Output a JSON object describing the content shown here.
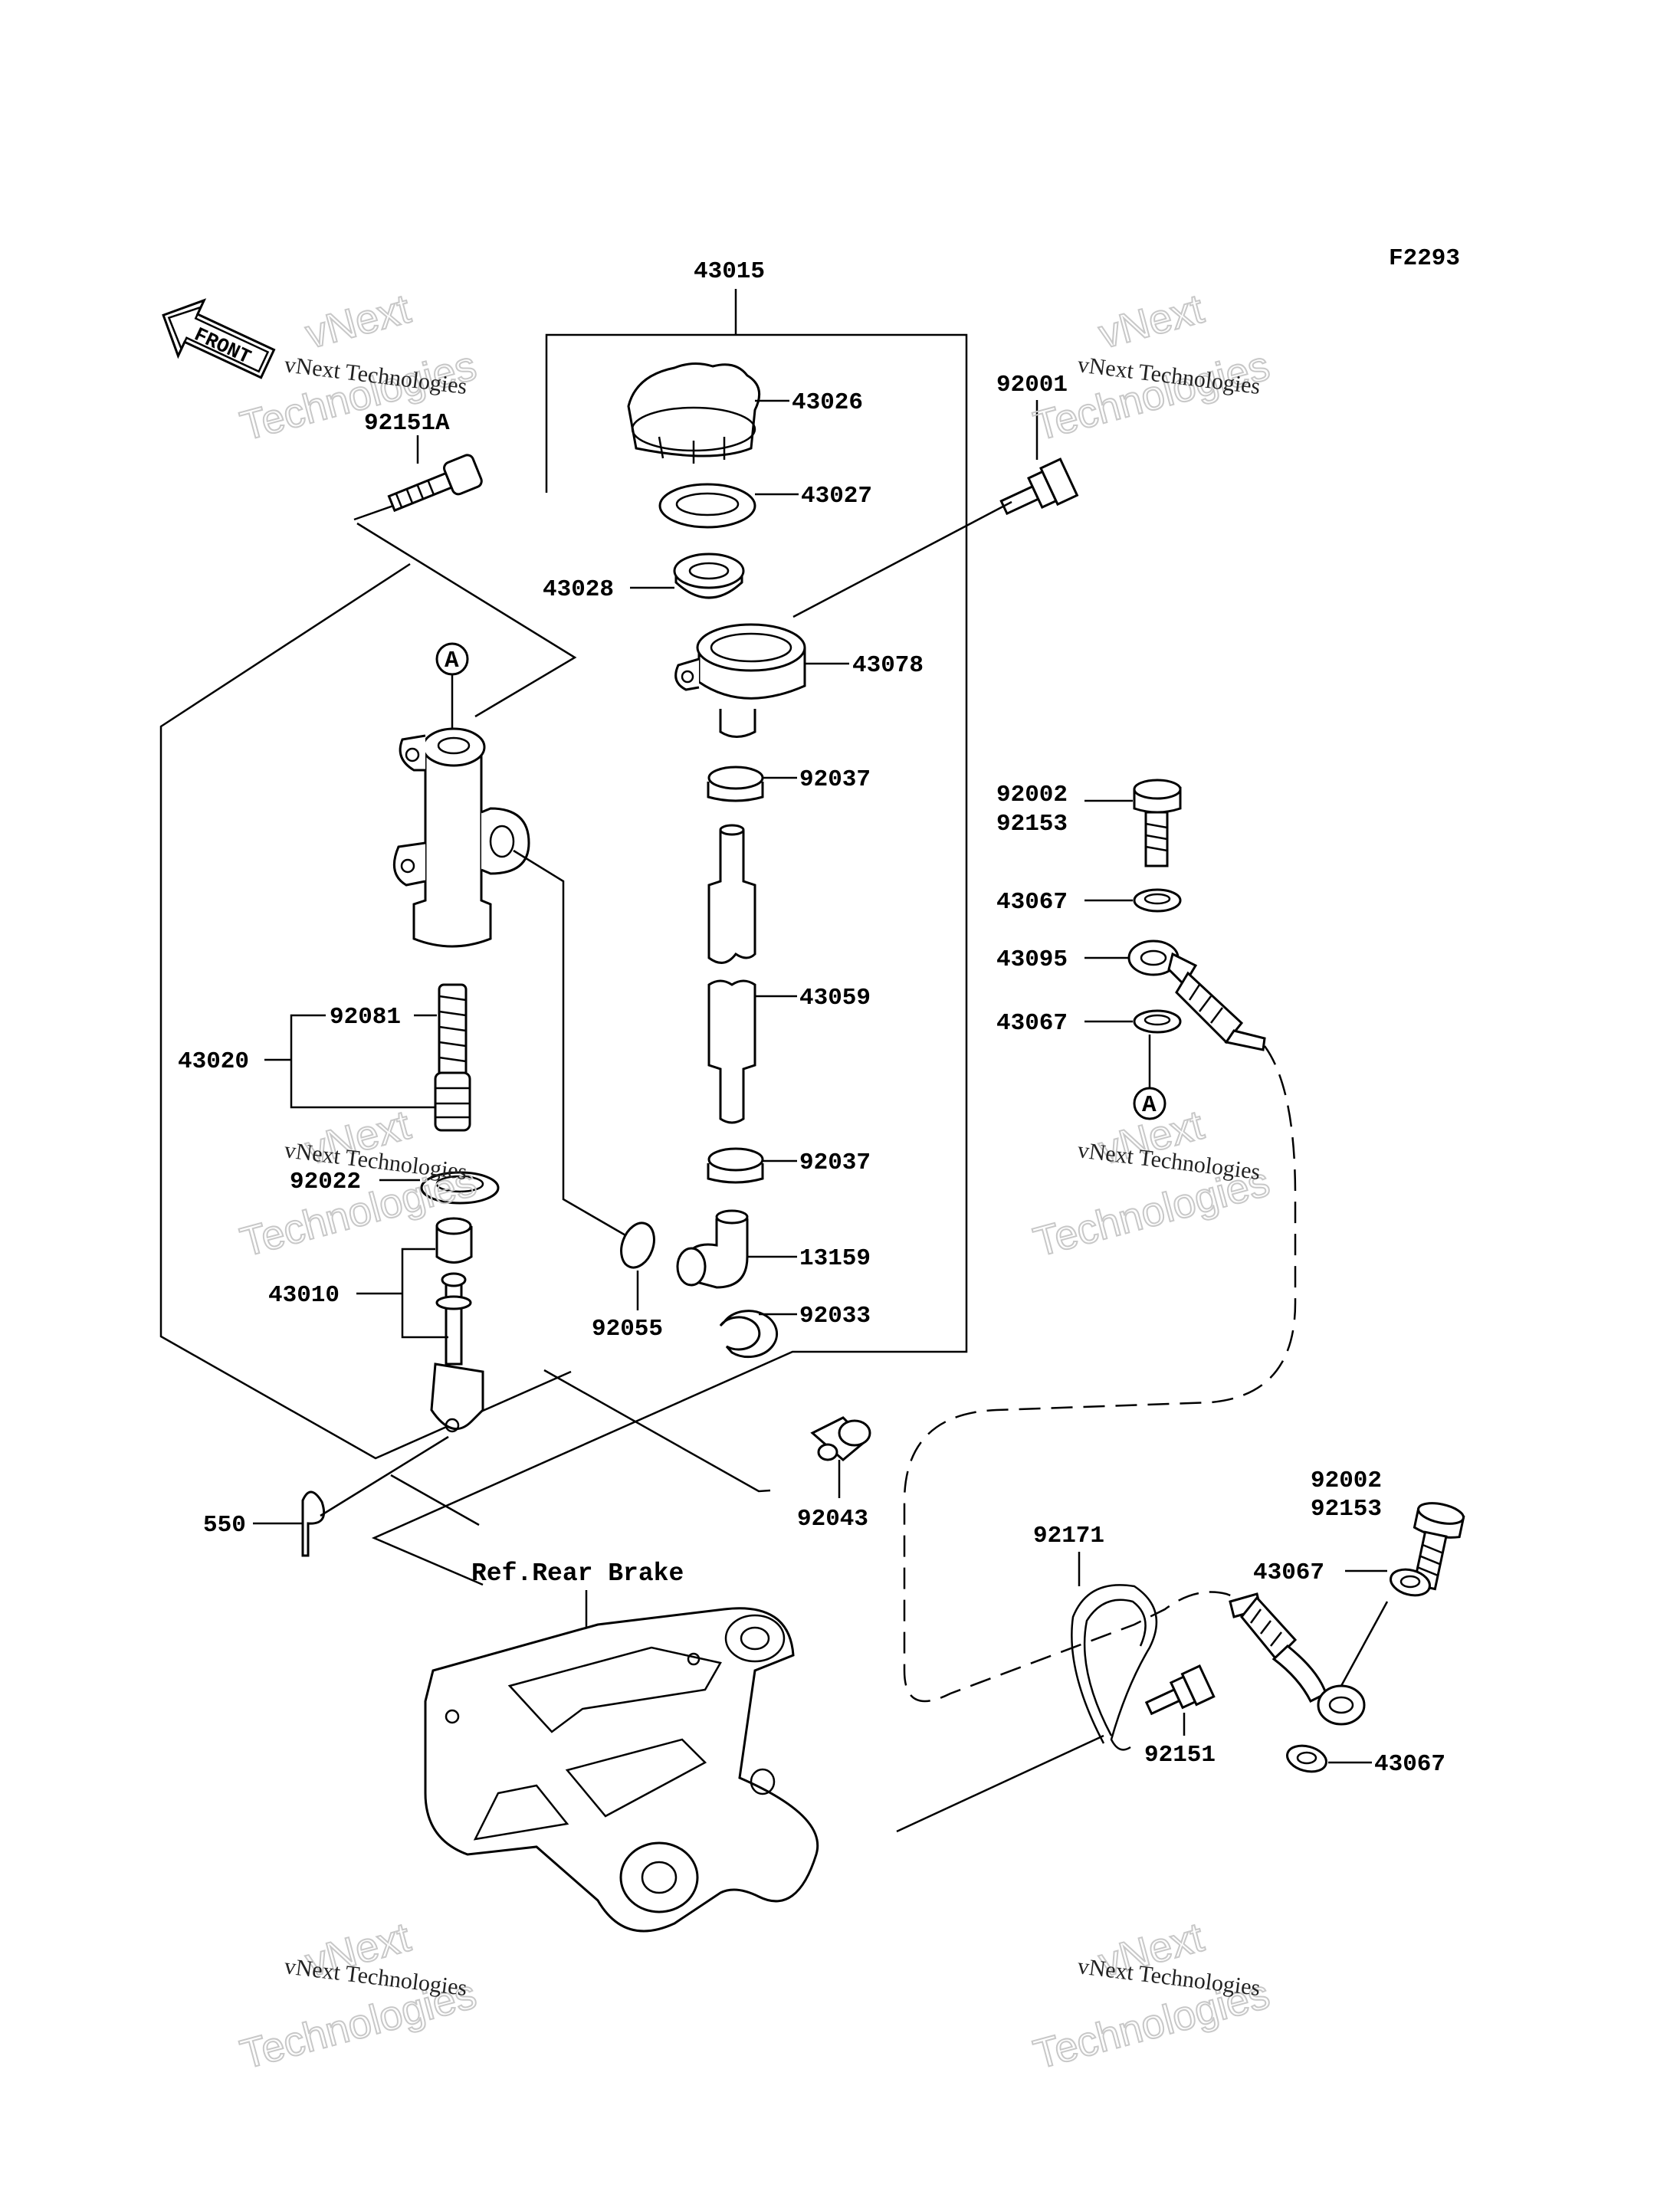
{
  "figure_code": "F2293",
  "front_label": "FRONT",
  "reference_label": "Ref.Rear Brake",
  "connector_marks": [
    "A",
    "A"
  ],
  "watermark": {
    "line1": "vNext",
    "line2": "vNext Technologies",
    "line3": "Technologies"
  },
  "callouts": [
    "43015",
    "43026",
    "43027",
    "43028",
    "43078",
    "92037",
    "43059",
    "92037",
    "13159",
    "92033",
    "92001",
    "92151A",
    "92081",
    "43020",
    "92022",
    "43010",
    "92055",
    "550",
    "92043",
    "92002",
    "92153",
    "43067",
    "43095",
    "43067",
    "92002",
    "92153",
    "92171",
    "43067",
    "92151",
    "43067"
  ]
}
